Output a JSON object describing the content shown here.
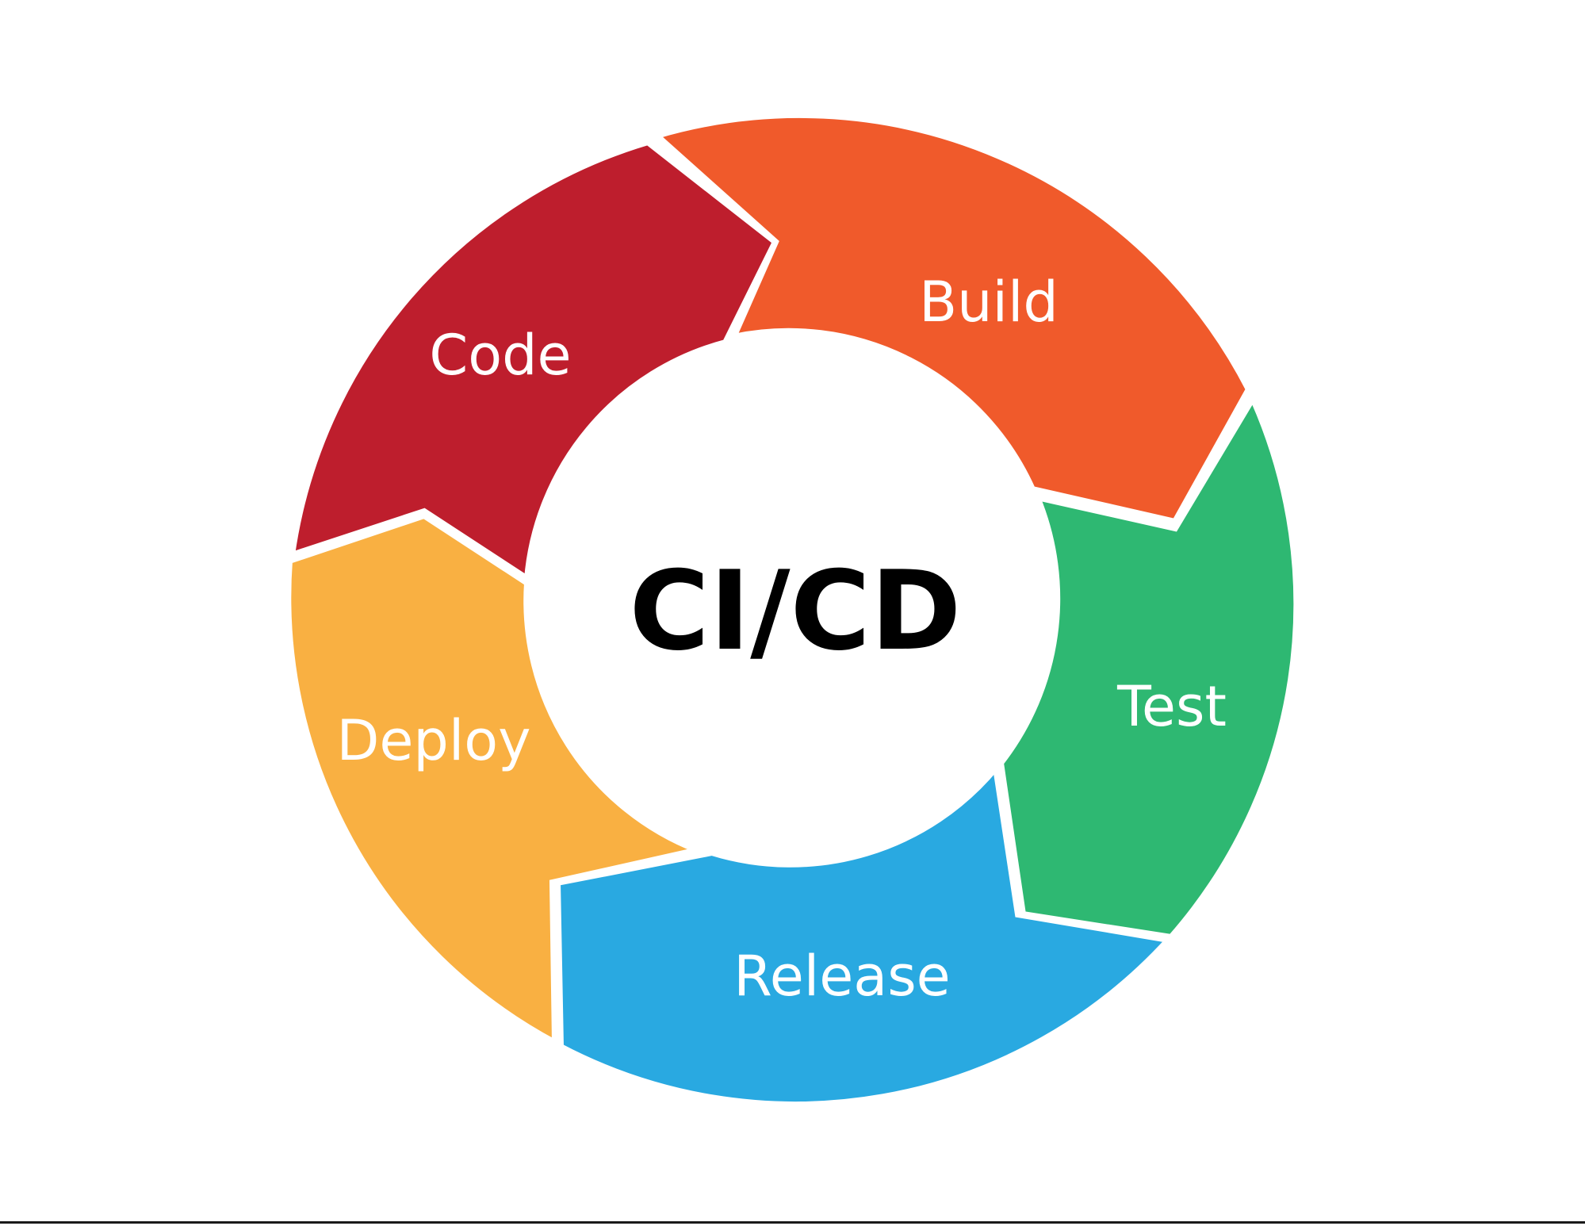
{
  "center": {
    "label": "CI/CD"
  },
  "stages": [
    {
      "id": "code",
      "label": "Code",
      "color": "#BE1E2D"
    },
    {
      "id": "build",
      "label": "Build",
      "color": "#F05A2B"
    },
    {
      "id": "test",
      "label": "Test",
      "color": "#2EB872"
    },
    {
      "id": "release",
      "label": "Release",
      "color": "#29A9E1"
    },
    {
      "id": "deploy",
      "label": "Deploy",
      "color": "#F9B042"
    }
  ]
}
